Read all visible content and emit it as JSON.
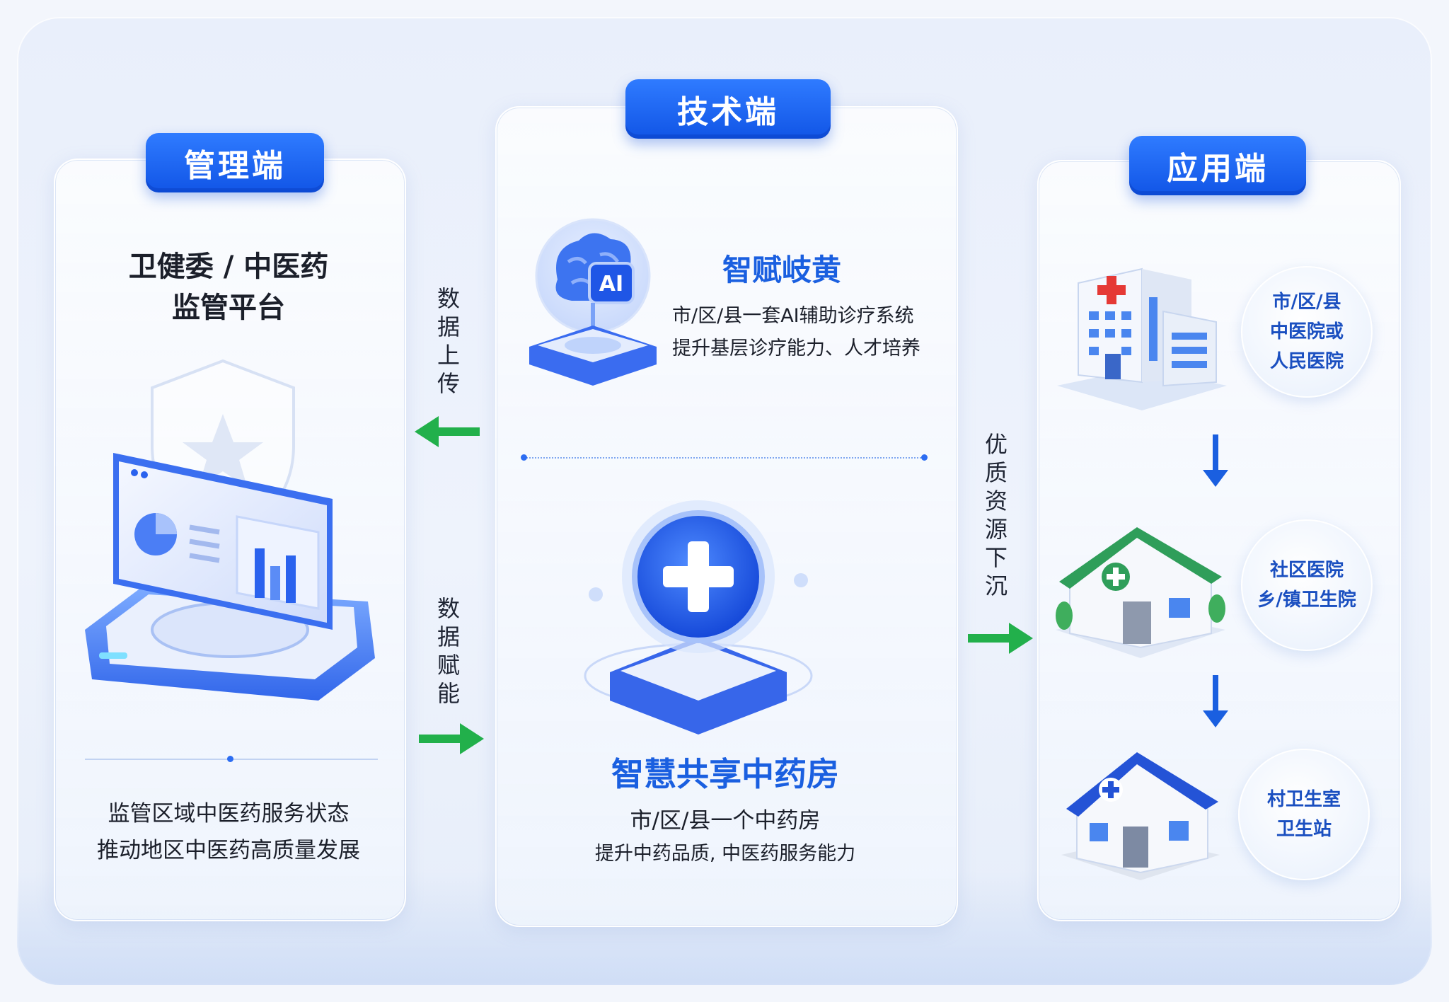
{
  "management": {
    "badge": "管理端",
    "title_line1": "卫健委 / 中医药",
    "title_line2": "监管平台",
    "desc_line1": "监管区域中医药服务状态",
    "desc_line2": "推动地区中医药高质量发展"
  },
  "technology": {
    "badge": "技术端",
    "ai": {
      "title": "智赋岐黄",
      "desc_line1": "市/区/县一套AI辅助诊疗系统",
      "desc_line2": "提升基层诊疗能力、人才培养",
      "icon_text": "AI"
    },
    "pharmacy": {
      "title": "智慧共享中药房",
      "desc_line1": "市/区/县一个中药房",
      "desc_line2": "提升中药品质, 中医药服务能力"
    }
  },
  "application": {
    "badge": "应用端",
    "levels": [
      {
        "line1": "市/区/县",
        "line2": "中医院或",
        "line3": "人民医院"
      },
      {
        "line1": "社区医院",
        "line2": "乡/镇卫生院"
      },
      {
        "line1": "村卫生室",
        "line2": "卫生站"
      }
    ]
  },
  "flows": {
    "upload": [
      "数",
      "据",
      "上",
      "传"
    ],
    "empower": [
      "数",
      "据",
      "赋",
      "能"
    ],
    "sink": [
      "优",
      "质",
      "资",
      "源",
      "下",
      "沉"
    ]
  },
  "colors": {
    "primary_blue": "#1a5fe0",
    "arrow_green": "#22b04b",
    "roof_green": "#2f9e5a"
  }
}
